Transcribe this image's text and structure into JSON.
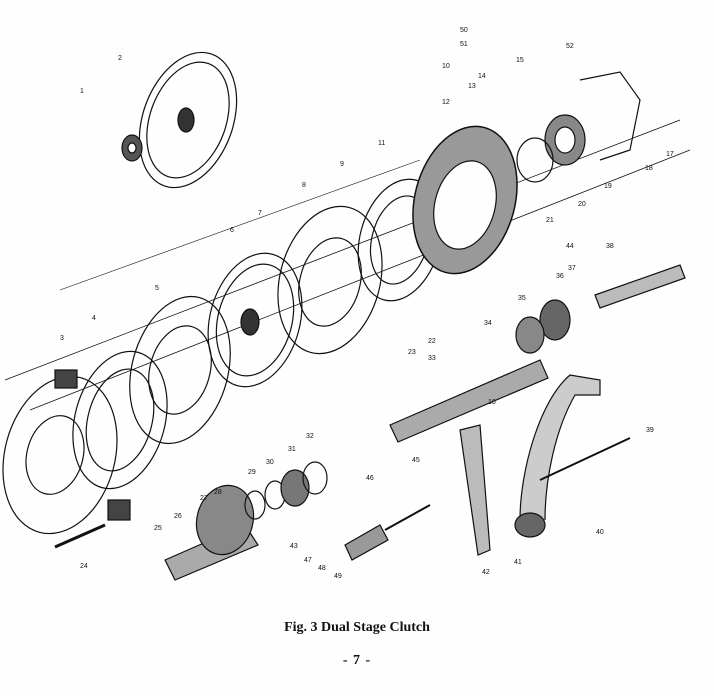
{
  "figure": {
    "caption": "Fig. 3  Dual Stage Clutch",
    "page_number": "- 7 -"
  },
  "callouts": [
    "1",
    "2",
    "3",
    "4",
    "5",
    "6",
    "7",
    "8",
    "9",
    "10",
    "11",
    "12",
    "13",
    "14",
    "15",
    "16",
    "17",
    "18",
    "19",
    "20",
    "21",
    "22",
    "23",
    "24",
    "25",
    "26",
    "27",
    "28",
    "29",
    "30",
    "31",
    "32",
    "33",
    "34",
    "35",
    "36",
    "37",
    "38",
    "39",
    "40",
    "41",
    "42",
    "43",
    "44",
    "45",
    "46",
    "47",
    "48",
    "49",
    "50",
    "51",
    "52"
  ]
}
